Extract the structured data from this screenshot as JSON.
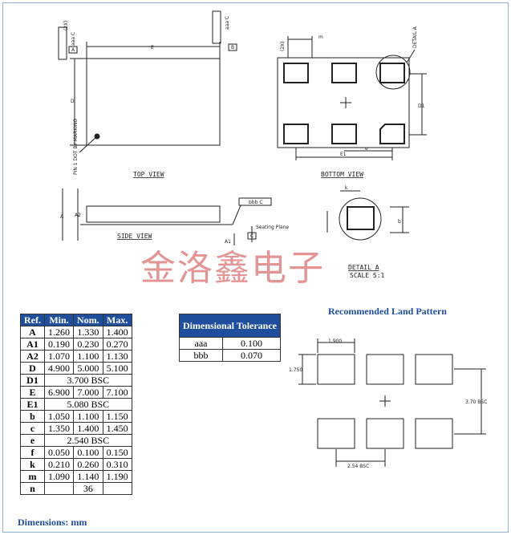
{
  "drawings": {
    "top_view_label": "TOP VIEW",
    "bottom_view_label": "BOTTOM VIEW",
    "side_view_label": "SIDE VIEW",
    "detail_label": "DETAIL A",
    "scale_label": "SCALE 5:1",
    "seating_plane": "Seating Plane",
    "detail_a_callout": "DETAIL A",
    "pin1_dot": "PIN 1 DOT BY MARKING",
    "dim_E": "E",
    "dim_D": "D",
    "dim_D1": "D1",
    "dim_E1": "E1",
    "dim_m": "m",
    "dim_e": "e",
    "dim_k": "k",
    "dim_b": "b",
    "dim_A": "A",
    "dim_A2": "A2",
    "dim_A1": "A1",
    "dim_2x": "(2X)",
    "fc_aaa_c": "aaa C",
    "fc_bbb_c": "bbb C",
    "datum_A": "A",
    "datum_B": "B",
    "datum_C": "C"
  },
  "watermark": "金洛鑫电子",
  "land_pattern": {
    "title": "Recommended Land Pattern",
    "pad_width": "1.900",
    "pad_height": "1.750",
    "vertical_pitch": "3.70 BSC",
    "horizontal_pitch": "2.54 BSC"
  },
  "dim_table": {
    "headers": [
      "Ref.",
      "Min.",
      "Nom.",
      "Max."
    ],
    "rows": [
      {
        "ref": "A",
        "min": "1.260",
        "nom": "1.330",
        "max": "1.400"
      },
      {
        "ref": "A1",
        "min": "0.190",
        "nom": "0.230",
        "max": "0.270"
      },
      {
        "ref": "A2",
        "min": "1.070",
        "nom": "1.100",
        "max": "1.130"
      },
      {
        "ref": "D",
        "min": "4.900",
        "nom": "5.000",
        "max": "5.100"
      },
      {
        "ref": "D1",
        "span": "3.700 BSC"
      },
      {
        "ref": "E",
        "min": "6.900",
        "nom": "7.000",
        "max": "7.100"
      },
      {
        "ref": "E1",
        "span": "5.080 BSC"
      },
      {
        "ref": "b",
        "min": "1.050",
        "nom": "1.100",
        "max": "1.150"
      },
      {
        "ref": "c",
        "min": "1.350",
        "nom": "1.400",
        "max": "1.450"
      },
      {
        "ref": "e",
        "span": "2.540 BSC"
      },
      {
        "ref": "f",
        "min": "0.050",
        "nom": "0.100",
        "max": "0.150"
      },
      {
        "ref": "k",
        "min": "0.210",
        "nom": "0.260",
        "max": "0.310"
      },
      {
        "ref": "m",
        "min": "1.090",
        "nom": "1.140",
        "max": "1.190"
      },
      {
        "ref": "n",
        "min": "",
        "nom": "36",
        "max": ""
      }
    ]
  },
  "tolerance_table": {
    "header": "Dimensional Tolerance",
    "rows": [
      {
        "name": "aaa",
        "value": "0.100"
      },
      {
        "name": "bbb",
        "value": "0.070"
      }
    ]
  },
  "units_note": "Dimensions: mm"
}
